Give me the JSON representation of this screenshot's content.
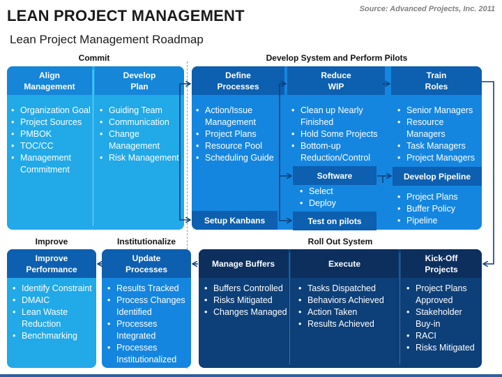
{
  "header": {
    "title": "LEAN PROJECT MANAGEMENT",
    "subtitle": "Lean Project Management Roadmap",
    "source": "Source: Advanced Projects, Inc. 2011"
  },
  "sections": {
    "commit": "Commit",
    "develop": "Develop System and Perform Pilots",
    "improve": "Improve",
    "institutionalize": "Institutionalize",
    "rollout": "Roll Out System"
  },
  "boxes": {
    "align": {
      "title": [
        "Align",
        "Management"
      ],
      "items": [
        "Organization Goal",
        "Project Sources",
        "PMBOK",
        "TOC/CC",
        "Management Commitment"
      ]
    },
    "develop_plan": {
      "title": [
        "Develop",
        "Plan"
      ],
      "items": [
        "Guiding Team",
        "Communication",
        "Change Management",
        "Risk Management"
      ]
    },
    "define": {
      "title": [
        "Define",
        "Processes"
      ],
      "items": [
        "Action/Issue Management",
        "Project Plans",
        "Resource Pool",
        "Scheduling Guide"
      ],
      "footer": "Setup Kanbans"
    },
    "reduce": {
      "title": [
        "Reduce",
        "WIP"
      ],
      "items": [
        "Clean up Nearly Finished",
        "Hold Some Projects",
        "Bottom-up Reduction/Control"
      ],
      "software": "Software",
      "software_items": [
        "Select",
        "Deploy"
      ],
      "footer": "Test on pilots"
    },
    "train": {
      "title": [
        "Train",
        "Roles"
      ],
      "items": [
        "Senior Managers",
        "Resource Managers",
        "Task Managers",
        "Project Managers"
      ],
      "pipeline": "Develop Pipeline",
      "pipeline_items": [
        "Project Plans",
        "Buffer Policy",
        "Pipeline"
      ]
    },
    "improve": {
      "title": [
        "Improve",
        "Performance"
      ],
      "items": [
        "Identify Constraint",
        "DMAIC",
        "Lean Waste Reduction",
        "Benchmarking"
      ]
    },
    "update": {
      "title": [
        "Update",
        "Processes"
      ],
      "items": [
        "Results Tracked",
        "Process Changes Identified",
        "Processes Integrated",
        "Processes Institutionalized"
      ]
    },
    "buffers": {
      "title": [
        "Manage Buffers"
      ],
      "items": [
        "Buffers Controlled",
        "Risks Mitigated",
        "Changes Managed"
      ]
    },
    "execute": {
      "title": [
        "Execute"
      ],
      "items": [
        "Tasks Dispatched",
        "Behaviors Achieved",
        "Action Taken",
        "Results Achieved"
      ]
    },
    "kickoff": {
      "title": [
        "Kick-Off",
        "Projects"
      ],
      "items": [
        "Project Plans Approved",
        "Stakeholder Buy-in",
        "RACI",
        "Risks Mitigated"
      ]
    }
  },
  "colors": {
    "light": "#21a9e8",
    "mid": "#1586e0",
    "dark": "#0f3c73"
  }
}
